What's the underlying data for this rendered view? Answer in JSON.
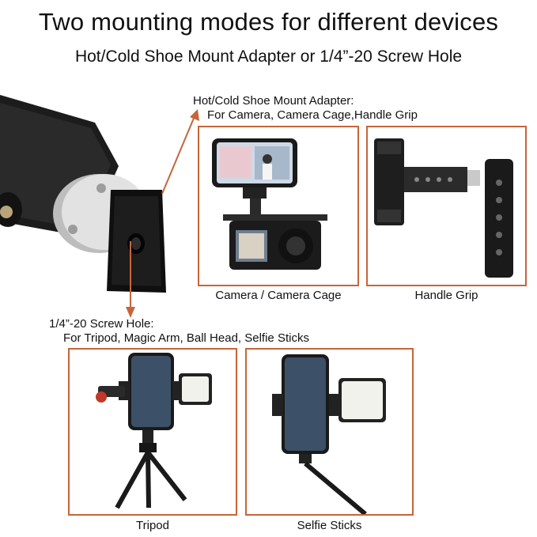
{
  "header": {
    "title": "Two mounting modes for different devices",
    "subtitle": "Hot/Cold Shoe Mount Adapter or 1/4”-20 Screw Hole"
  },
  "hot_shoe": {
    "heading": "Hot/Cold Shoe Mount Adapter:",
    "uses": "For Camera, Camera Cage,Handle Grip"
  },
  "screw_hole": {
    "heading": "1/4”-20 Screw Hole:",
    "uses": "For Tripod, Magic Arm, Ball Head, Selfie Sticks"
  },
  "panels": [
    {
      "caption": "Camera / Camera Cage",
      "icon": "camera-mount-illustration"
    },
    {
      "caption": "Handle Grip",
      "icon": "handle-grip-illustration"
    },
    {
      "caption": "Tripod",
      "icon": "tripod-illustration"
    },
    {
      "caption": "Selfie Sticks",
      "icon": "selfie-stick-illustration"
    }
  ],
  "colors": {
    "accent": "#c8643a",
    "metal_dark": "#1f1f1f",
    "knob_silver": "#d4d4d4"
  }
}
